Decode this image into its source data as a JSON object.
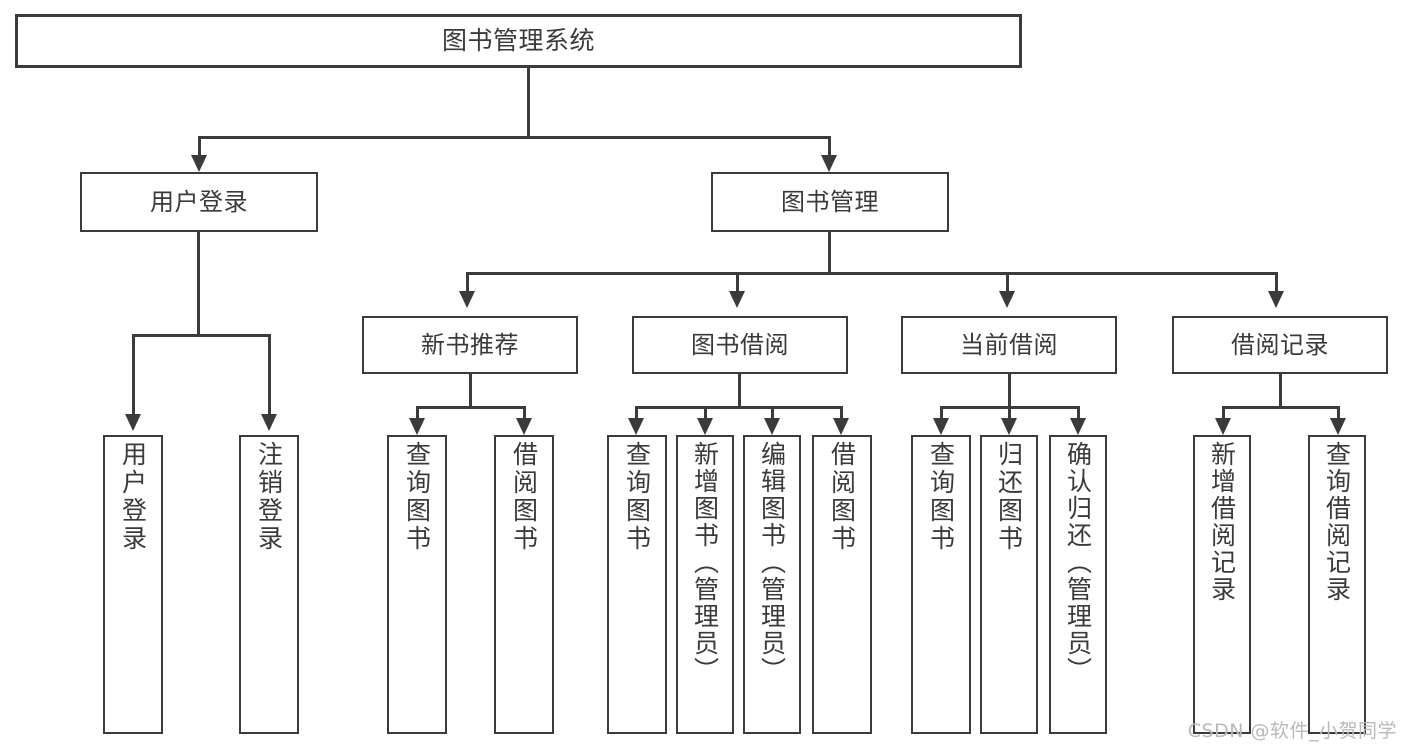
{
  "diagram": {
    "type": "tree-hierarchy-diagram",
    "title": "图书管理系统",
    "watermark": "CSDN @软件_小贺同学",
    "colors": {
      "stroke": "#3b3b3b",
      "text": "#3a3a3a",
      "background": "#ffffff",
      "watermark": "#b9b9b9"
    },
    "nodes": {
      "root": {
        "label": "图书管理系统"
      },
      "level2": [
        {
          "id": "user-login",
          "label": "用户登录"
        },
        {
          "id": "book-management",
          "label": "图书管理"
        }
      ],
      "level3": [
        {
          "id": "new-book-recommend",
          "label": "新书推荐"
        },
        {
          "id": "book-borrow",
          "label": "图书借阅"
        },
        {
          "id": "current-borrow",
          "label": "当前借阅"
        },
        {
          "id": "borrow-record",
          "label": "借阅记录"
        }
      ],
      "leaves": {
        "user_login": [
          {
            "id": "leaf-user-login",
            "label": "用户登录"
          },
          {
            "id": "leaf-logout-login",
            "label": "注销登录"
          }
        ],
        "new_book_recommend": [
          {
            "id": "leaf-query-book-1",
            "label": "查询图书"
          },
          {
            "id": "leaf-borrow-book-1",
            "label": "借阅图书"
          }
        ],
        "book_borrow": [
          {
            "id": "leaf-query-book-2",
            "label": "查询图书"
          },
          {
            "id": "leaf-add-book-admin",
            "label": "新增图书（管理员）"
          },
          {
            "id": "leaf-edit-book-admin",
            "label": "编辑图书（管理员）"
          },
          {
            "id": "leaf-borrow-book-2",
            "label": "借阅图书"
          }
        ],
        "current_borrow": [
          {
            "id": "leaf-query-book-3",
            "label": "查询图书"
          },
          {
            "id": "leaf-return-book",
            "label": "归还图书"
          },
          {
            "id": "leaf-confirm-return-admin",
            "label": "确认归还（管理员）"
          }
        ],
        "borrow_record": [
          {
            "id": "leaf-add-borrow-record",
            "label": "新增借阅记录"
          },
          {
            "id": "leaf-query-borrow-record",
            "label": "查询借阅记录"
          }
        ]
      }
    }
  }
}
